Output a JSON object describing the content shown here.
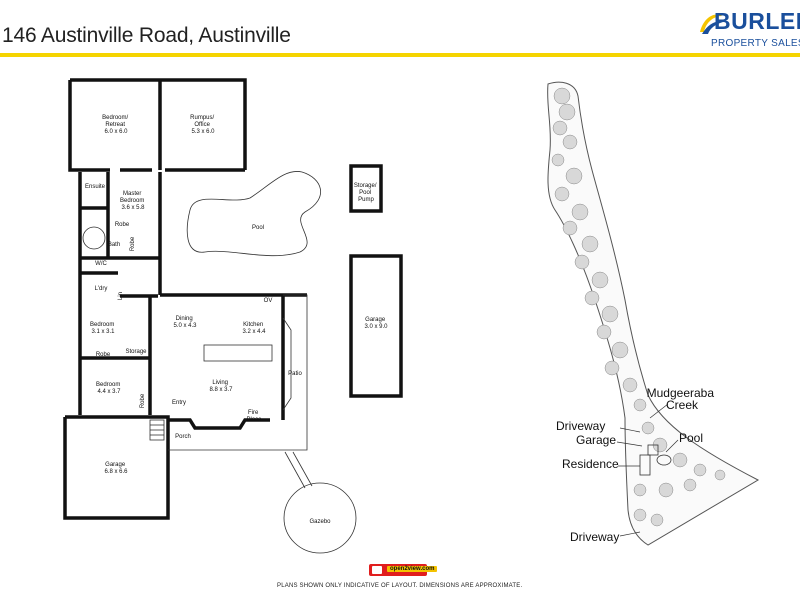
{
  "header": {
    "title": "146 Austinville Road, Austinville",
    "logo_word": "BURLEIGH",
    "logo_sub": "PROPERTY SALES",
    "rule_color": "#f5d400",
    "brand_color": "#1a4f9c"
  },
  "floorplan": {
    "rooms": {
      "bedroom_retreat": [
        "Bedroom/",
        "Retreat",
        "6.0 x 6.0"
      ],
      "rumpus_office": [
        "Rumpus/",
        "Office",
        "5.3 x 6.0"
      ],
      "storage_pool_pump": [
        "Storage/",
        "Pool",
        "Pump"
      ],
      "ensuite": "Ensuite",
      "master_bedroom": [
        "Master",
        "Bedroom",
        "3.6 x 5.8"
      ],
      "robe_master": "Robe",
      "pool": "Pool",
      "bath": "Bath",
      "robe_bath": "Robe",
      "wc": "W/C",
      "lin": "Lin",
      "laundry": "L'dry",
      "garage_detached": [
        "Garage",
        "3.0 x 9.0"
      ],
      "dining": [
        "Dining",
        "5.0 x 4.3"
      ],
      "kitchen": [
        "Kitchen",
        "3.2 x 4.4"
      ],
      "ov": "OV",
      "bedroom_2": [
        "Bedroom",
        "3.1 x 3.1"
      ],
      "robe_bed2": "Robe",
      "storage": "Storage",
      "patio": "Patio",
      "living": [
        "Living",
        "8.8 x 3.7"
      ],
      "bedroom_3": [
        "Bedroom",
        "4.4 x 3.7"
      ],
      "robe_bed3": "Robe",
      "entry": "Entry",
      "fire_place": [
        "Fire",
        "Place"
      ],
      "porch": "Porch",
      "garage_main": [
        "Garage",
        "6.8 x 6.6"
      ],
      "gazebo": "Gazebo"
    }
  },
  "site": {
    "labels": {
      "creek": [
        "Mudgeeraba",
        "Creek"
      ],
      "driveway_top": "Driveway",
      "garage": "Garage",
      "pool": "Pool",
      "residence": "Residence",
      "driveway_bottom": "Driveway"
    }
  },
  "footer": {
    "badge": "open2view.com",
    "disclaimer": "PLANS SHOWN ONLY INDICATIVE OF LAYOUT.  DIMENSIONS ARE APPROXIMATE."
  }
}
